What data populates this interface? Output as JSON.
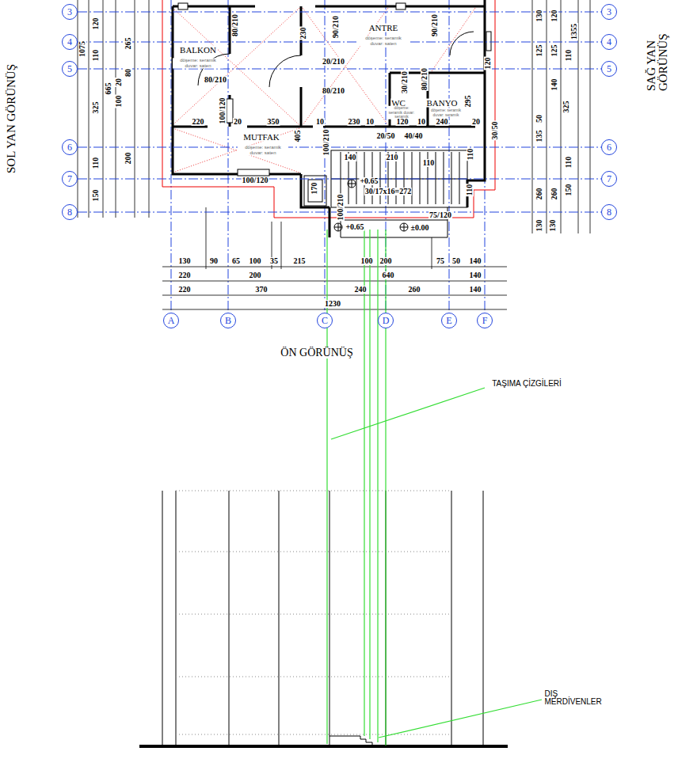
{
  "diagram": {
    "nodes": [
      {
        "text": [
          "3"
        ]
      },
      {
        "text": [
          "4"
        ]
      },
      {
        "text": [
          "5"
        ]
      },
      {
        "text": [
          "6"
        ]
      },
      {
        "text": [
          "7"
        ]
      },
      {
        "text": [
          "8"
        ]
      },
      {
        "text": [
          "3"
        ]
      },
      {
        "text": [
          "4"
        ]
      },
      {
        "text": [
          "5"
        ]
      },
      {
        "text": [
          "6"
        ]
      },
      {
        "text": [
          "7"
        ]
      },
      {
        "text": [
          "8"
        ]
      },
      {
        "text": [
          "A"
        ]
      },
      {
        "text": [
          "B"
        ]
      },
      {
        "text": [
          "C"
        ]
      },
      {
        "text": [
          "D"
        ]
      },
      {
        "text": [
          "E"
        ]
      },
      {
        "text": [
          "F"
        ]
      }
    ],
    "edges": [
      {
        "from": 0,
        "to": 6,
        "arrow": "none"
      },
      {
        "from": 1,
        "to": 7,
        "arrow": "none"
      },
      {
        "from": 2,
        "to": 8,
        "arrow": "none"
      },
      {
        "from": 3,
        "to": 9,
        "arrow": "none"
      },
      {
        "from": 4,
        "to": 10,
        "arrow": "none"
      },
      {
        "from": 5,
        "to": 11,
        "arrow": "none"
      }
    ],
    "labels": [
      "SOL YAN GÖRÜNÜŞ",
      "SAĞ YAN GÖRÜNÜŞ",
      "ÖN GÖRÜNÜŞ",
      "TAŞIMA ÇİZGİLERİ",
      "DIŞ MERDİVENLER",
      "BALKON",
      "döşeme: seramik duvar: saten",
      "ANTRE",
      "döşeme: seramik duvar: saten",
      "MUTFAK",
      "döşeme: seramik duvar: saten",
      "WC",
      "döşeme: seramik duvar: seramik",
      "BANYO",
      "döşeme: seramik duvar: seramik",
      "80/210",
      "230",
      "90/210",
      "20/210",
      "80/210",
      "80/210",
      "30/210",
      "80/210",
      "90/210",
      "120",
      "295",
      "100/120",
      "220",
      "20",
      "350",
      "405",
      "10",
      "100/210",
      "230",
      "10",
      "120",
      "10",
      "240",
      "20",
      "30/50",
      "20/50",
      "40/40",
      "140",
      "210",
      "110",
      "110",
      "+0.65",
      "30/17x16=272",
      "110",
      "75/120",
      "+0.65",
      "±0.00",
      "100/120",
      "170",
      "100/210",
      "1075",
      "120",
      "110",
      "325",
      "110",
      "150",
      "665",
      "100",
      "20",
      "80",
      "265",
      "200",
      "130",
      "120",
      "1355",
      "125",
      "125",
      "110",
      "140",
      "50",
      "325",
      "135",
      "260",
      "260",
      "110",
      "150",
      "130",
      "130",
      "130",
      "90",
      "65",
      "100",
      "35",
      "215",
      "100",
      "200",
      "75",
      "50",
      "140",
      "220",
      "200",
      "640",
      "140",
      "220",
      "370",
      "240",
      "260",
      "140",
      "1230"
    ]
  }
}
